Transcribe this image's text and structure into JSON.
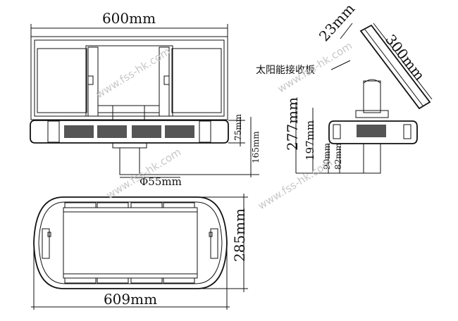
{
  "dimensions": {
    "width_top": "600mm",
    "height_bar": "75mm",
    "height_pole": "165mm",
    "pole_dia": "Φ55mm",
    "panel_thickness": "23mm",
    "panel_length": "300mm",
    "total_height": "277mm",
    "side_197": "197mm",
    "side_90": "90mm",
    "side_82": "82mm",
    "depth": "285mm",
    "width_bottom": "609mm"
  },
  "labels": {
    "solar_panel": "太阳能接收板"
  },
  "watermark": "www.fss-hk.com",
  "colors": {
    "line": "#111111",
    "led": "#555555",
    "watermark": "#c8c8c8"
  }
}
